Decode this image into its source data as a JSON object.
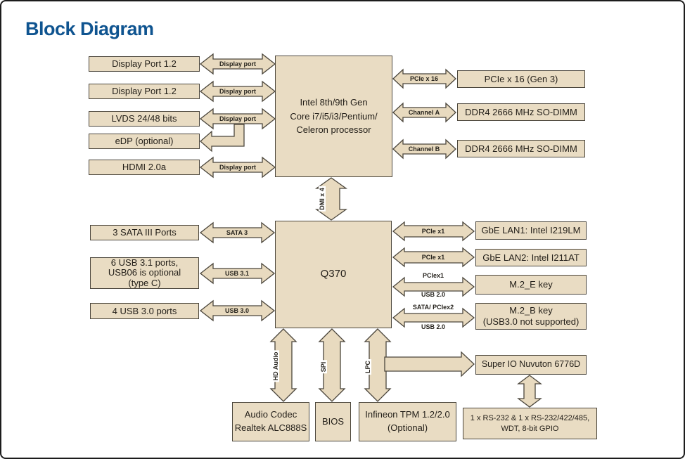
{
  "title": "Block Diagram",
  "colors": {
    "accent_title": "#0f5490",
    "block_fill": "#e9dcc3",
    "block_border": "#4b463c",
    "arrow_fill": "#e8dabf"
  },
  "blocks": {
    "dp1": "Display Port 1.2",
    "dp2": "Display Port 1.2",
    "lvds": "LVDS 24/48 bits",
    "edp": "eDP (optional)",
    "hdmi": "HDMI 2.0a",
    "cpu": "Intel 8th/9th Gen\nCore i7/i5/i3/Pentium/\nCeleron processor",
    "pcie16": "PCIe x 16 (Gen 3)",
    "ddr4_a": "DDR4 2666 MHz SO-DIMM",
    "ddr4_b": "DDR4 2666 MHz SO-DIMM",
    "sata": "3 SATA III Ports",
    "usb31": "6 USB 3.1 ports,\nUSB06 is optional\n(type C)",
    "usb30": "4 USB 3.0 ports",
    "pch": "Q370",
    "lan1": "GbE LAN1: Intel I219LM",
    "lan2": "GbE LAN2: Intel I211AT",
    "m2e": "M.2_E key",
    "m2b": "M.2_B key\n(USB3.0 not supported)",
    "audio": "Audio Codec\nRealtek ALC888S",
    "bios": "BIOS",
    "tpm": "Infineon TPM 1.2/2.0\n(Optional)",
    "superio": "Super IO Nuvuton 6776D",
    "serial": "1 x RS-232 & 1 x RS-232/422/485,\nWDT, 8-bit GPIO"
  },
  "buses": {
    "dp1": "Display port",
    "dp2": "Display port",
    "dp3": "Display port",
    "dp4": "Display port",
    "pcie16": "PCIe x 16",
    "channel_a": "Channel A",
    "channel_b": "Channel B",
    "dmi": "DMI x 4",
    "sata3": "SATA 3",
    "usb31": "USB 3.1",
    "usb30": "USB 3.0",
    "pcie_x1_a": "PCIe x1",
    "pcie_x1_b": "PCIe x1",
    "m2e_top": "PCIex1",
    "m2e_bottom": "USB 2.0",
    "m2b_top": "SATA/ PCIex2",
    "m2b_bottom": "USB 2.0",
    "hd_audio": "HD Audio",
    "spi": "SPI",
    "lpc": "LPC"
  }
}
